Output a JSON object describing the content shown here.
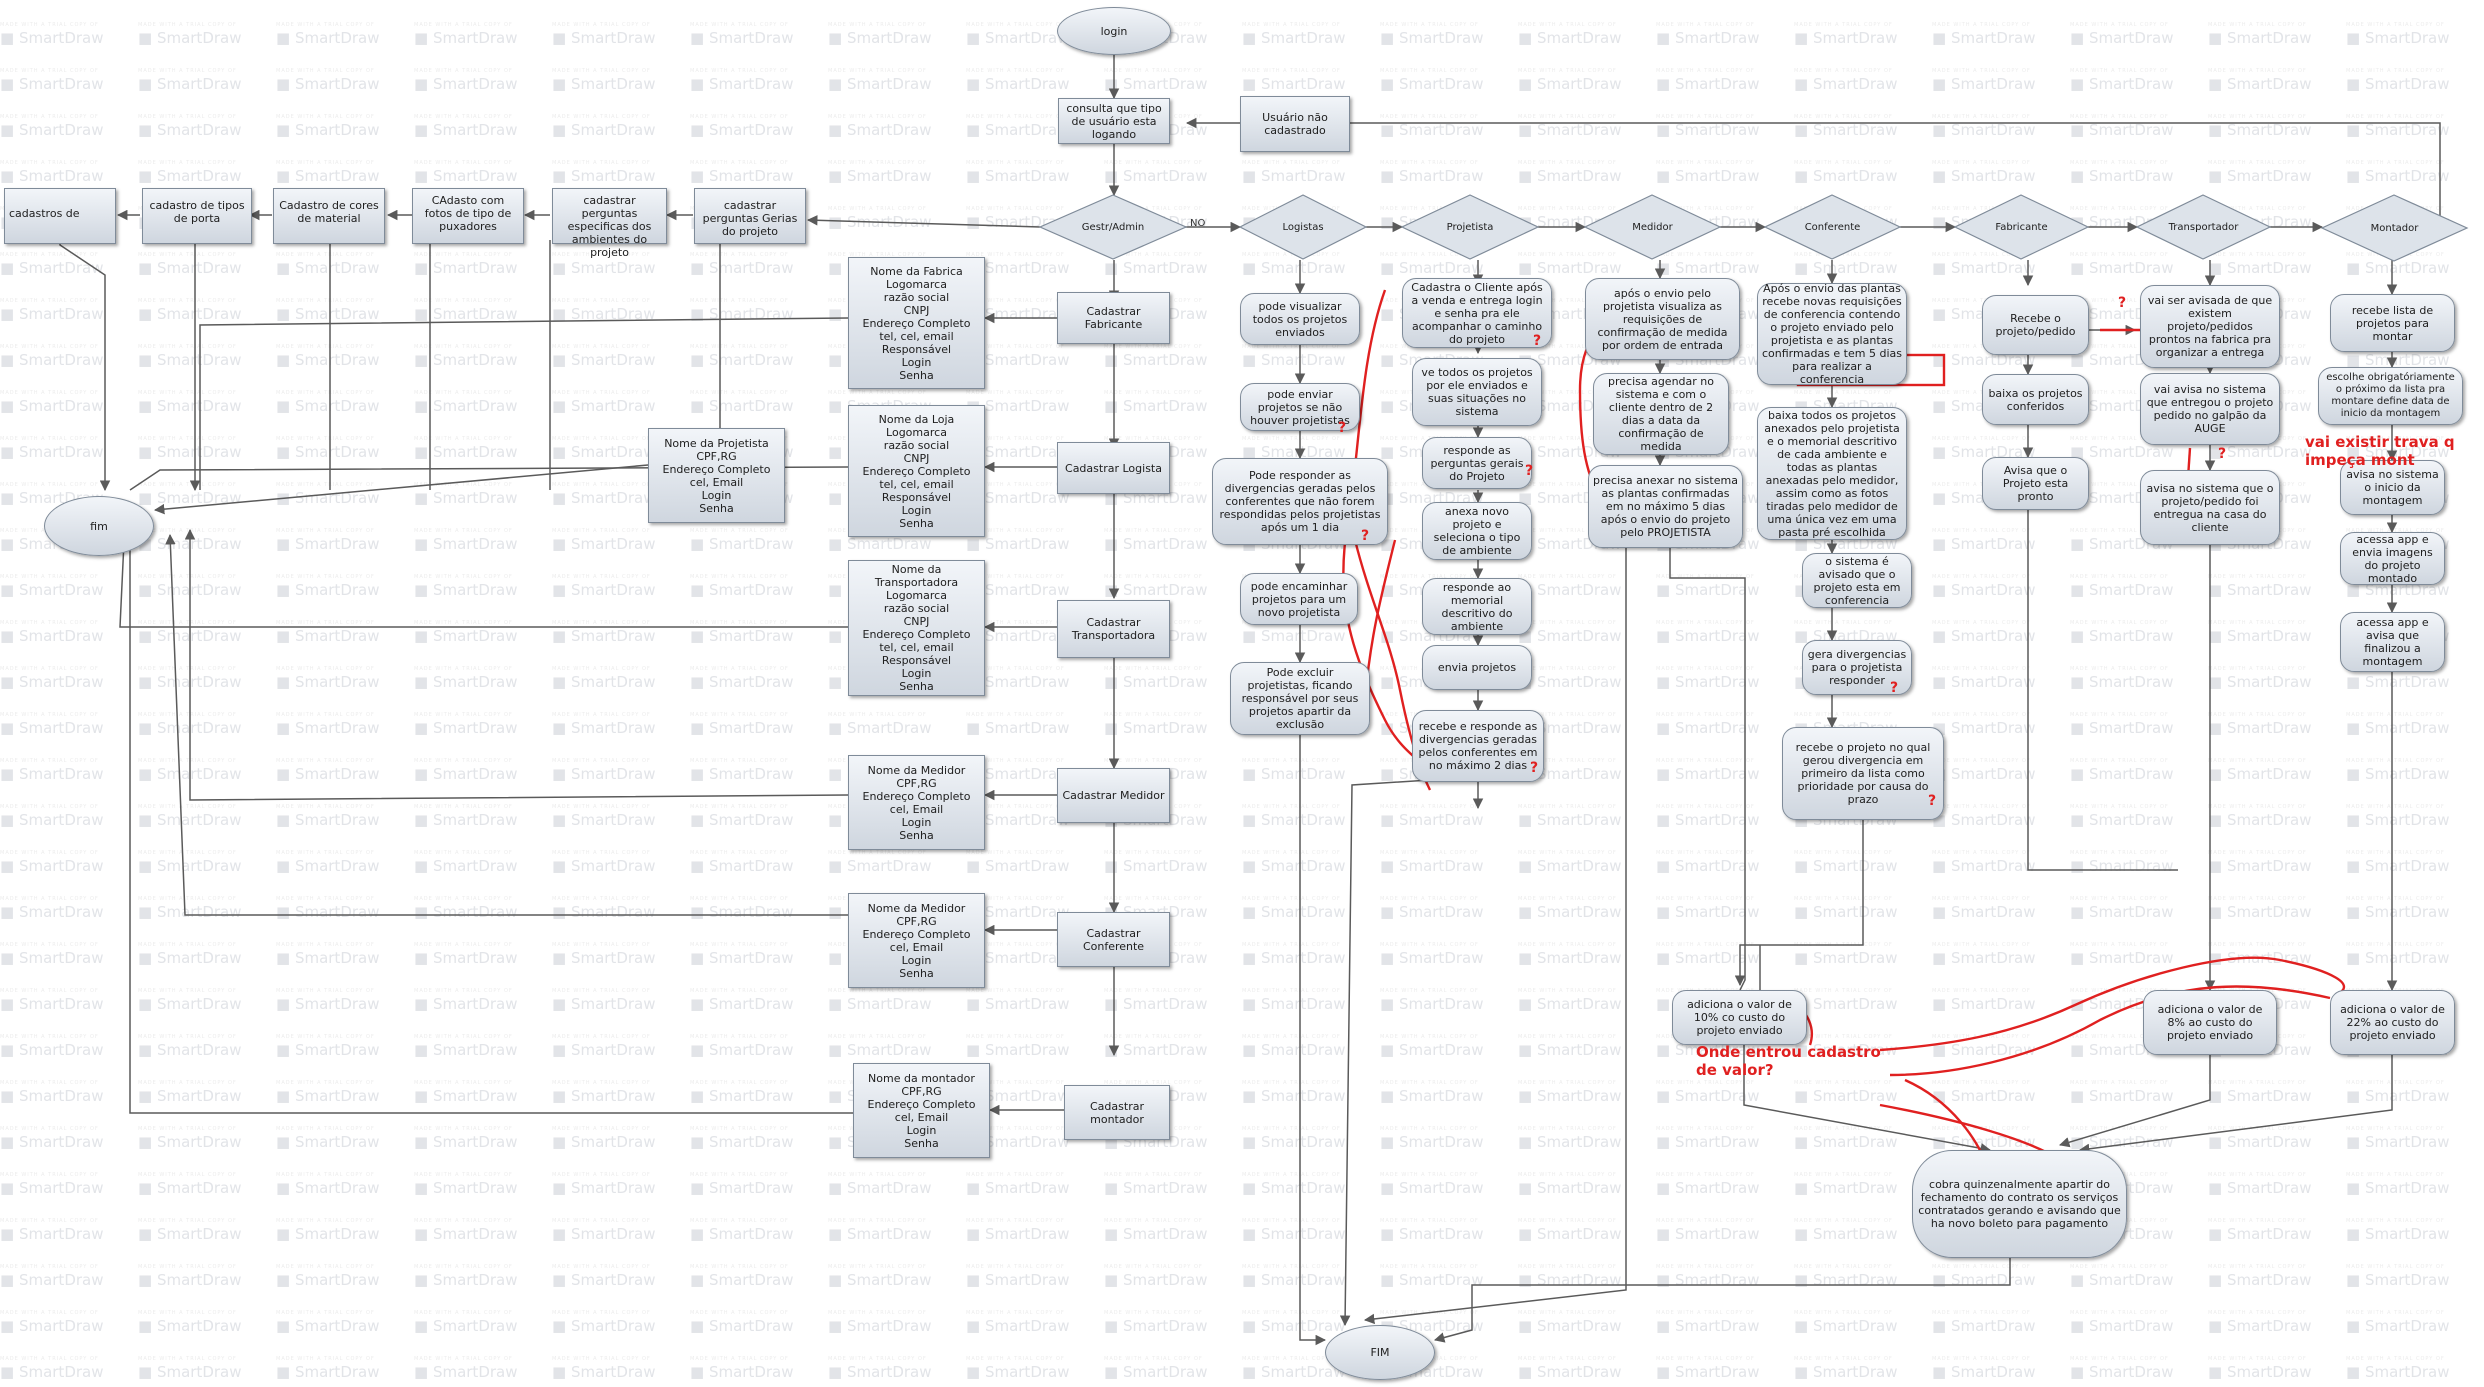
{
  "watermark": {
    "brand": "SmartDraw",
    "small": "MADE WITH A TRIAL COPY OF"
  },
  "colors": {
    "box_top": "#f2f5f9",
    "box_bottom": "#cfd6df",
    "border": "#7f8b99",
    "line": "#5a5a5a",
    "annotation": "#e02020"
  },
  "top": {
    "login": "login",
    "consulta": "consulta que tipo de usuário esta logando",
    "nao_cadastrado": "Usuário não cadastrado"
  },
  "decisions": {
    "gestr_admin": "Gestr/Admin",
    "no_label": "NO",
    "logistas": "Logistas",
    "projetista": "Projetista",
    "medidor": "Medidor",
    "conferente": "Conferente",
    "fabricante": "Fabricante",
    "transportador": "Transportador",
    "montador": "Montador"
  },
  "admin_chain": {
    "cadastros_de": "cadastros de",
    "tipos_porta": "cadastro de tipos de porta",
    "cores_material": "Cadastro de cores de material",
    "tipo_puxadores": "CAdasto com fotos de tipo de puxadores",
    "perguntas_especificas": "cadastrar perguntas especificas dos ambientes do projeto",
    "perguntas_gerais": "cadastrar perguntas Gerias do projeto"
  },
  "admin_steps": {
    "fabricante": "Cadastrar Fabricante",
    "logista": "Cadastrar Logista",
    "transportadora": "Cadastrar Transportadora",
    "medidor": "Cadastrar Medidor",
    "conferente": "Cadastrar Conferente",
    "montador": "Cadastrar montador"
  },
  "forms": {
    "fabrica": "Nome da Fabrica\nLogomarca\nrazão social\nCNPJ\nEndereço Completo\ntel, cel, email\nResponsável\nLogin\nSenha",
    "loja": "Nome da Loja\nLogomarca\nrazão social\nCNPJ\nEndereço Completo\ntel, cel, email\nResponsável\nLogin\nSenha",
    "projetista": "Nome da Projetista\nCPF,RG\nEndereço Completo\ncel, Email\nLogin\nSenha",
    "transportadora": "Nome da Transportadora\nLogomarca\nrazão social\nCNPJ\nEndereço Completo\ntel, cel, email\nResponsável\nLogin\nSenha",
    "medidor": "Nome da Medidor\nCPF,RG\nEndereço Completo\ncel, Email\nLogin\nSenha",
    "conferente": "Nome da Medidor\nCPF,RG\nEndereço Completo\ncel, Email\nLogin\nSenha",
    "montador": "Nome da montador\nCPF,RG\nEndereço Completo\ncel, Email\nLogin\nSenha"
  },
  "fim_left": "fim",
  "fim_bottom": "FIM",
  "logistas": {
    "visualizar": "pode visualizar todos os projetos enviados",
    "enviar": "pode enviar projetos se não houver projetistas",
    "divergencias": "Pode responder as divergencias geradas pelos conferentes que não forem respondidas pelos projetistas após um 1 dia",
    "encaminhar": "pode encaminhar projetos para um novo projetista",
    "excluir": "Pode excluir projetistas, ficando responsável por seus projetos apartir da exclusão"
  },
  "projetista": {
    "cadastra": "Cadastra o Cliente após a venda e entrega login e senha pra ele acompanhar o caminho do projeto",
    "ve_todos": "ve todos os projetos por ele enviados e suas situações no sistema",
    "responde_perguntas": "responde as perguntas gerais do Projeto",
    "anexa": "anexa novo projeto e seleciona o tipo de ambiente",
    "memorial": "responde ao memorial descritivo do ambiente",
    "envia": "envia projetos",
    "recebe_div": "recebe e responde as divergencias geradas pelos conferentes em no máximo 2 dias"
  },
  "medidor": {
    "apos_envio": "após o envio pelo projetista visualiza as requisições de confirmação de medida por ordem de entrada",
    "agendar": "precisa agendar no sistema e com o cliente dentro de 2 dias a data da confirmação de medida",
    "anexar": "precisa anexar no sistema as plantas confirmadas em no máximo 5 dias após o envio do projeto pelo PROJETISTA"
  },
  "conferente": {
    "apos_envio": "Após o envio das plantas recebe novas requisições de conferencia contendo o projeto enviado pelo projetista e as plantas confirmadas e tem 5 dias para realizar a conferencia",
    "baixa": "baixa todos os projetos anexados pelo projetista e o memorial descritivo de cada ambiente e todas as plantas anexadas pelo medidor, assim como as fotos tiradas pelo medidor de uma única vez em uma pasta pré escolhida",
    "avisado": "o sistema é avisado que o projeto esta em conferencia",
    "gera": "gera divergencias para o projetista responder",
    "recebe": "recebe o projeto no qual gerou divergencia em primeiro da lista como prioridade por causa do prazo"
  },
  "fabricante": {
    "recebe": "Recebe o projeto/pedido",
    "baixa": "baixa os projetos conferidos",
    "avisa": "Avisa que o Projeto esta pronto"
  },
  "transportador": {
    "avisada": "vai ser avisada de que existem projeto/pedidos prontos na fabrica pra organizar a entrega",
    "avisa": "vai avisa no sistema que entregou o projeto pedido no galpão da AUGE",
    "avisa_casa": "avisa no sistema que o projeto/pedido foi entregua na casa do cliente"
  },
  "montador": {
    "recebe_lista": "recebe lista de projetos para montar",
    "escolhe": "escolhe obrigatóriamente o próximo da lista pra montare define data de inicio da montagem",
    "avisa_inicio": "avisa no sistema o inicio da montagem",
    "acessa_app_fotos": "acessa app e envia imagens do projeto montado",
    "acessa_app_final": "acessa app e avisa que finalizou a montagem"
  },
  "custos": {
    "medidor": "adiciona o valor de 10% co custo do projeto enviado",
    "transportador": "adiciona o valor de 8% ao custo do projeto enviado",
    "montador": "adiciona o valor de 22% ao custo do projeto enviado",
    "cobra": "cobra quinzenalmente apartir do fechamento  do contrato os serviços contratados gerando e avisando que ha novo boleto para pagamento"
  },
  "annotations": {
    "cadastro_valor": "Onde entrou cadastro\nde valor?",
    "trava": "vai existir trava q\nimpeça mont",
    "question_mark": "?"
  }
}
